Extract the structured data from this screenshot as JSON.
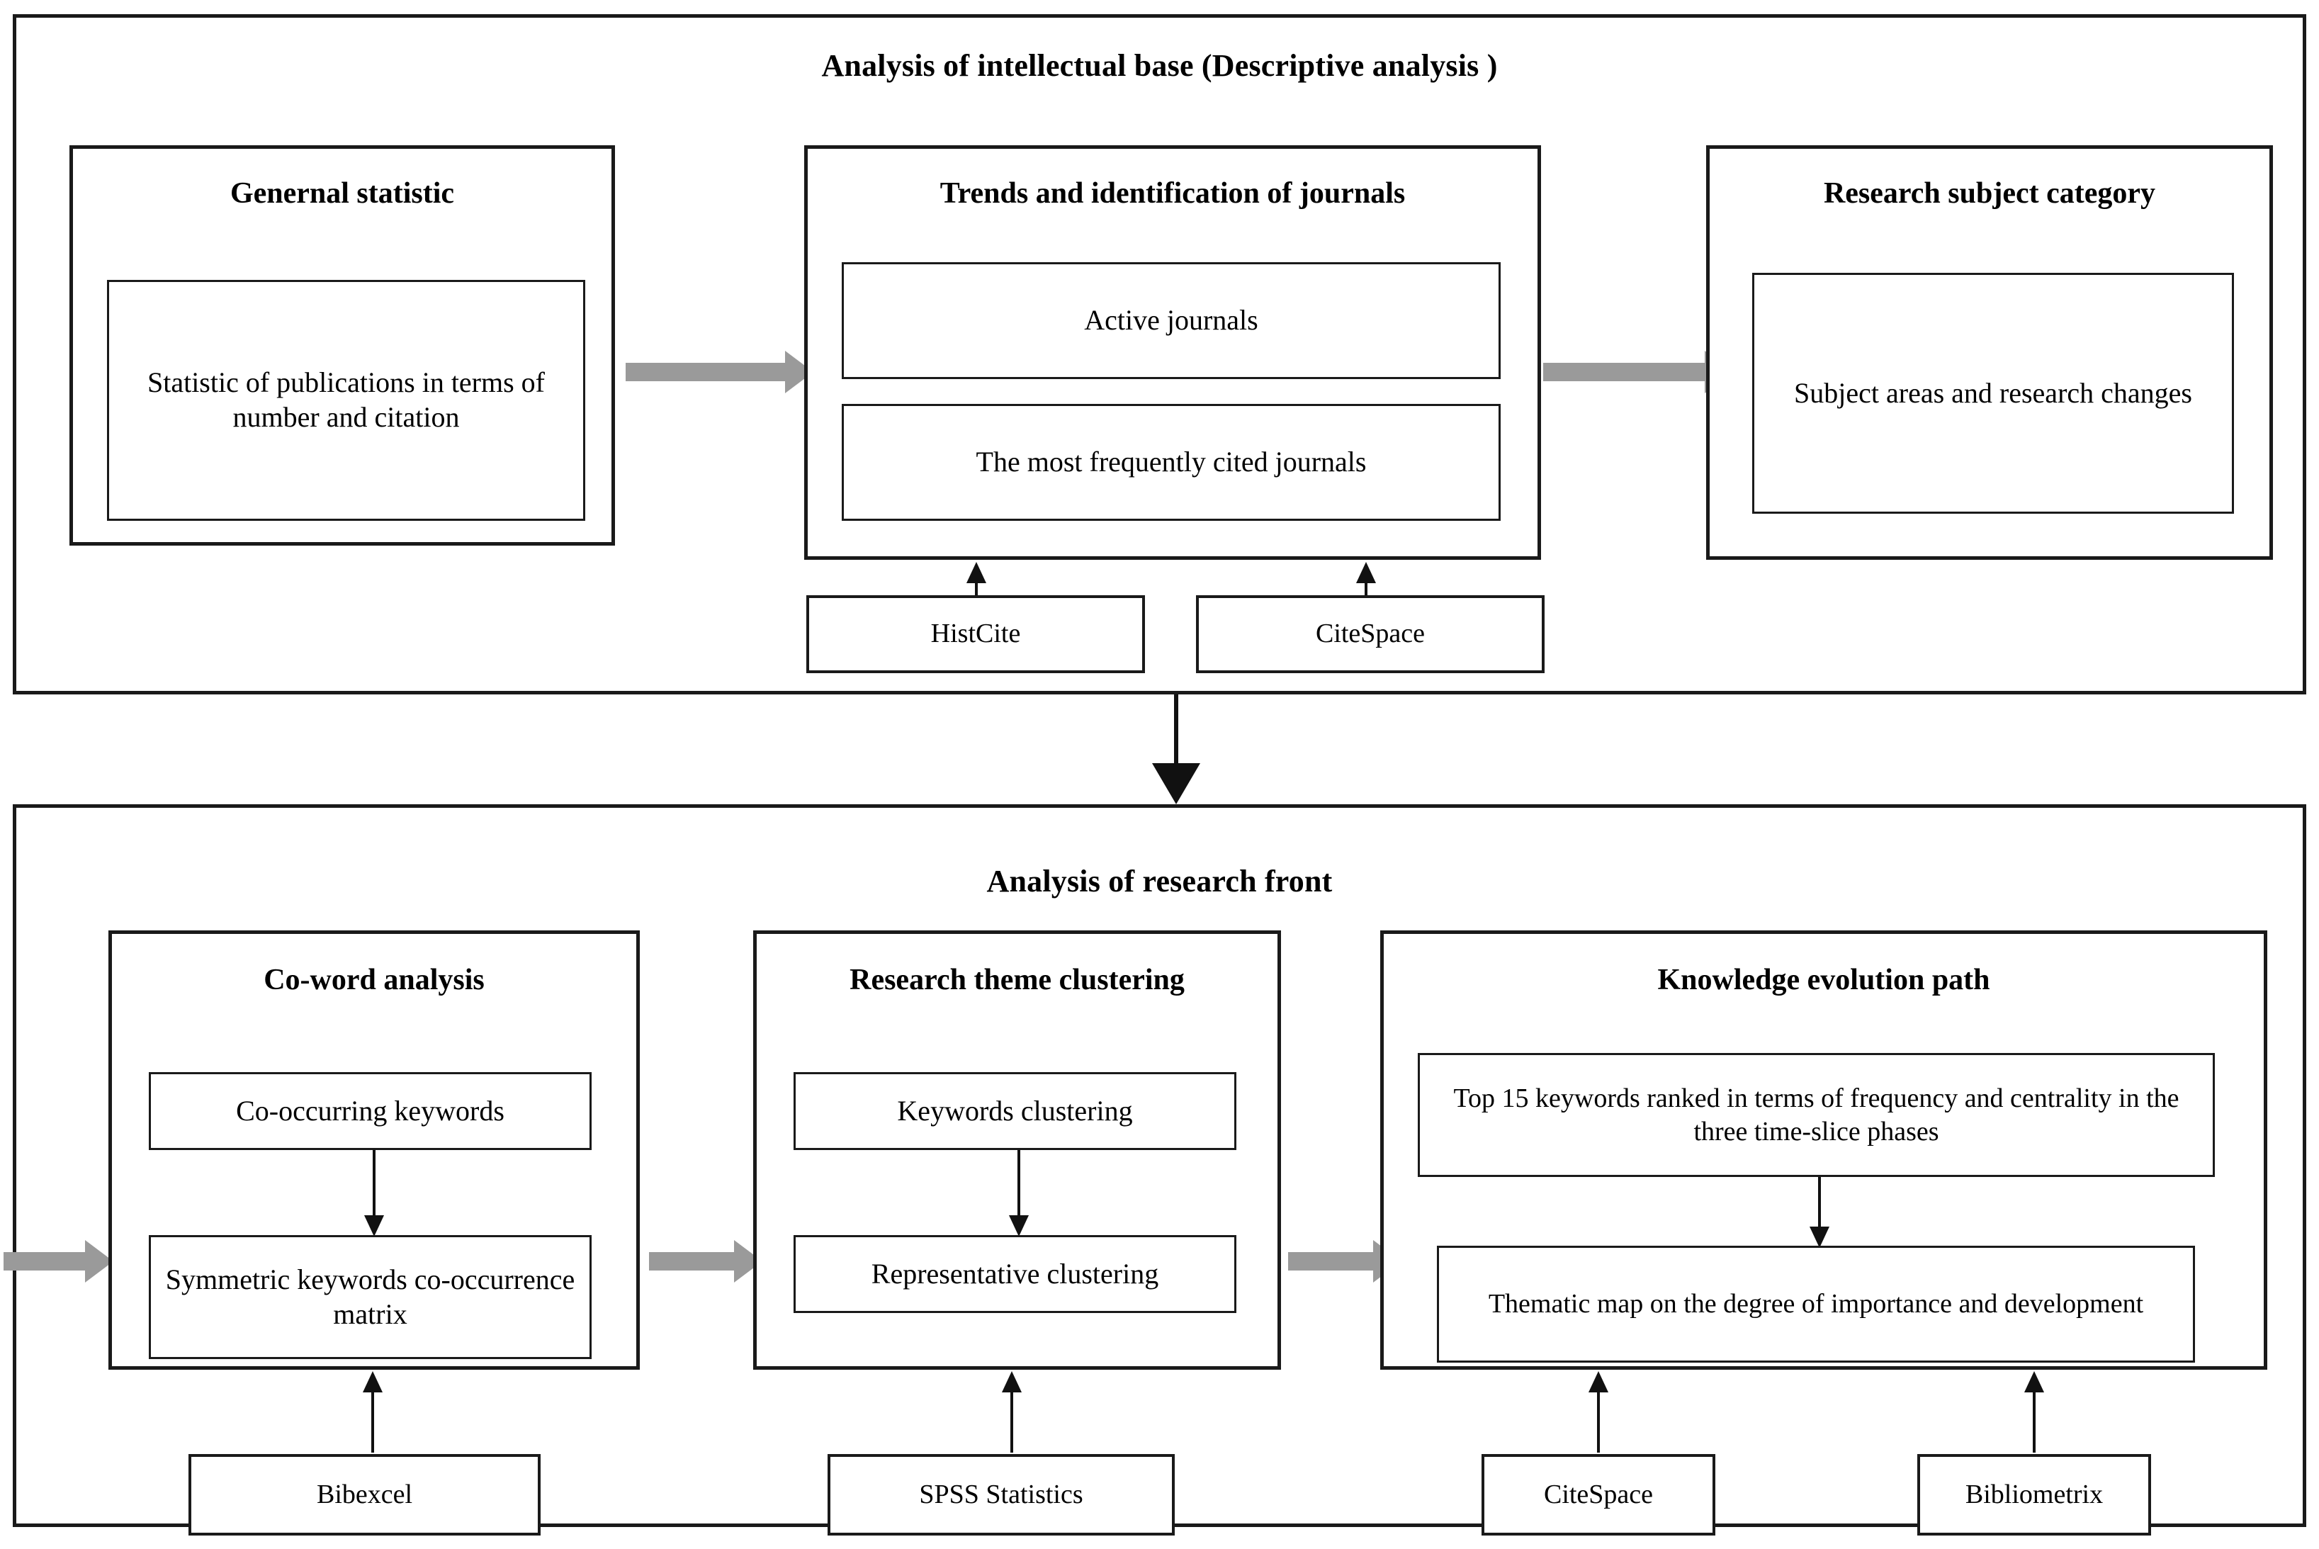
{
  "diagram": {
    "title_top": "Analysis of intellectual base (Descriptive analysis )",
    "title_bottom": "Analysis of research front"
  },
  "section_top": {
    "heading": "Analysis of intellectual base (Descriptive analysis )",
    "groups": [
      {
        "heading": "Genernal statistic",
        "items": [
          "Statistic of publications in terms of number and citation"
        ]
      },
      {
        "heading": "Trends and identification of journals",
        "items": [
          "Active journals",
          "The most frequently cited journals"
        ]
      },
      {
        "heading": "Research subject category",
        "items": [
          "Subject areas and research changes"
        ]
      }
    ],
    "tools": [
      "HistCite",
      "CiteSpace"
    ]
  },
  "section_bottom": {
    "heading": "Analysis of research front",
    "groups": [
      {
        "heading": "Co-word analysis",
        "items": [
          "Co-occurring keywords",
          "Symmetric keywords co-occurrence matrix"
        ]
      },
      {
        "heading": "Research theme clustering",
        "items": [
          "Keywords clustering",
          "Representative clustering"
        ]
      },
      {
        "heading": "Knowledge evolution path",
        "items": [
          "Top 15 keywords ranked in terms of frequency and centrality in the three time-slice phases",
          "Thematic map on the degree of importance and development"
        ]
      }
    ],
    "tools": [
      "Bibexcel",
      "SPSS Statistics",
      "CiteSpace",
      "Bibliometrix"
    ]
  },
  "colors": {
    "border": "#1a1a1a",
    "flow_arrow": "#9a9a9a",
    "link_arrow": "#111111",
    "background": "#ffffff"
  }
}
